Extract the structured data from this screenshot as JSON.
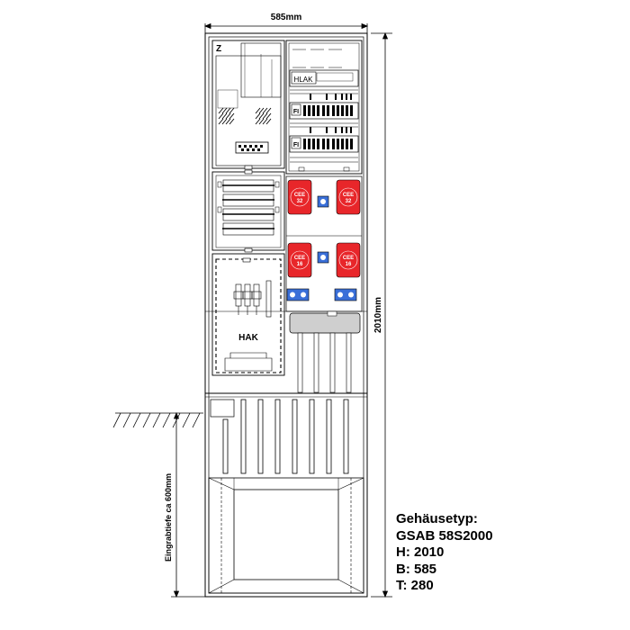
{
  "dimensions": {
    "width_label": "585mm",
    "height_label": "2010mm",
    "depth_label": "Eingrabtiefe ca 600mm"
  },
  "labels": {
    "meter_mark": "Z",
    "hlak": "HLAK",
    "fi_top": "FI",
    "fi_bottom": "FI",
    "hak": "HAK"
  },
  "sockets": {
    "cee_top_left": {
      "line1": "CEE",
      "line2": "32"
    },
    "cee_top_right": {
      "line1": "CEE",
      "line2": "32"
    },
    "cee_bottom_left": {
      "line1": "CEE",
      "line2": "16"
    },
    "cee_bottom_right": {
      "line1": "CEE",
      "line2": "16"
    }
  },
  "specs": {
    "title": "Gehäusetyp:",
    "model": "GSAB 58S2000",
    "height": "H: 2010",
    "width": "B: 585",
    "depth": "T: 280"
  },
  "colors": {
    "cee_red": "#e8262a",
    "schuko_blue": "#3a6fd8",
    "line": "#000000",
    "grey": "#cfcfcf"
  }
}
